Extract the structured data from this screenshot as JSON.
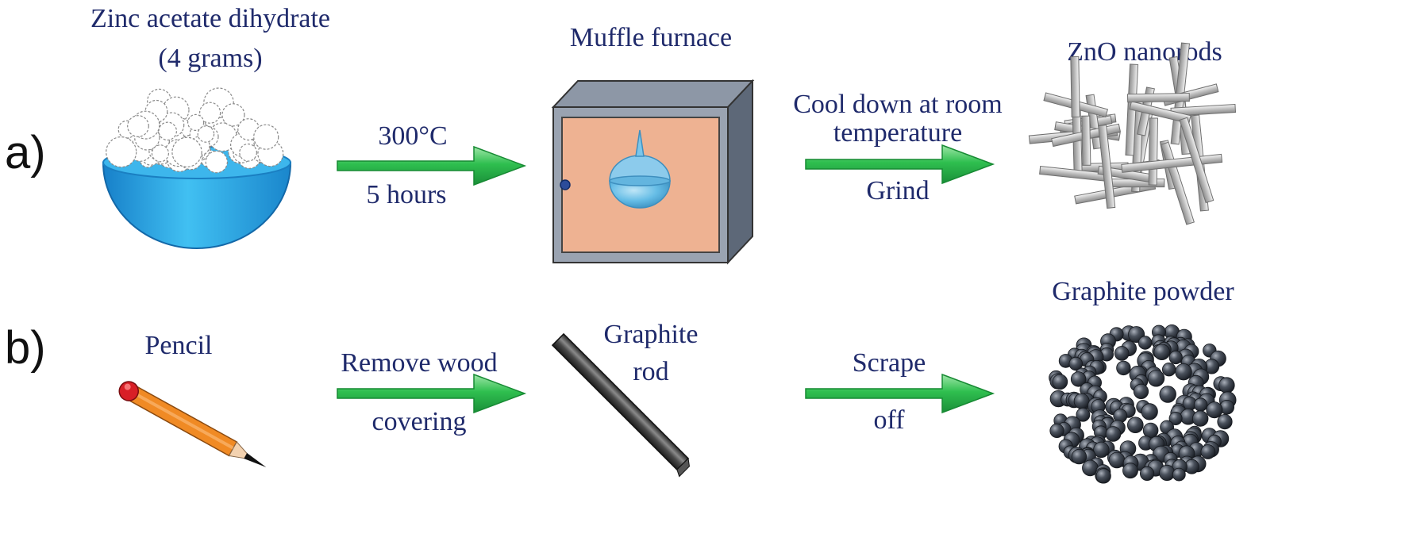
{
  "panels": {
    "a": {
      "label": "a)",
      "zinc_title_1": "Zinc acetate dihydrate",
      "zinc_title_2": "(4 grams)",
      "arrow1_top": "300°C",
      "arrow1_bottom": "5 hours",
      "furnace_label": "Muffle furnace",
      "arrow2_top_1": "Cool down at room",
      "arrow2_top_2": "temperature",
      "arrow2_bottom": "Grind",
      "product_label": "ZnO nanorods"
    },
    "b": {
      "label": "b)",
      "pencil_label": "Pencil",
      "arrow1_top": "Remove wood",
      "arrow1_bottom": "covering",
      "rod_label_1": "Graphite",
      "rod_label_2": "rod",
      "arrow2_top": "Scrape",
      "arrow2_bottom": "off",
      "product_label": "Graphite powder"
    }
  },
  "colors": {
    "label_text": "#1f2a6b",
    "arrow_green": "#27b34a",
    "bowl_blue": "#29a7e6",
    "furnace_body": "#7c8797",
    "furnace_inner": "#eeb292",
    "crucible": "#68bde6",
    "pencil_orange": "#f08a24",
    "graphite_rod": "#3c3c3c",
    "graphite_sphere": "#3d434d"
  },
  "icons": [
    "bowl-icon",
    "furnace-icon",
    "crucible-icon",
    "nanorods-icon",
    "pencil-icon",
    "graphite-rod-icon",
    "graphite-powder-icon",
    "arrow-icon"
  ]
}
